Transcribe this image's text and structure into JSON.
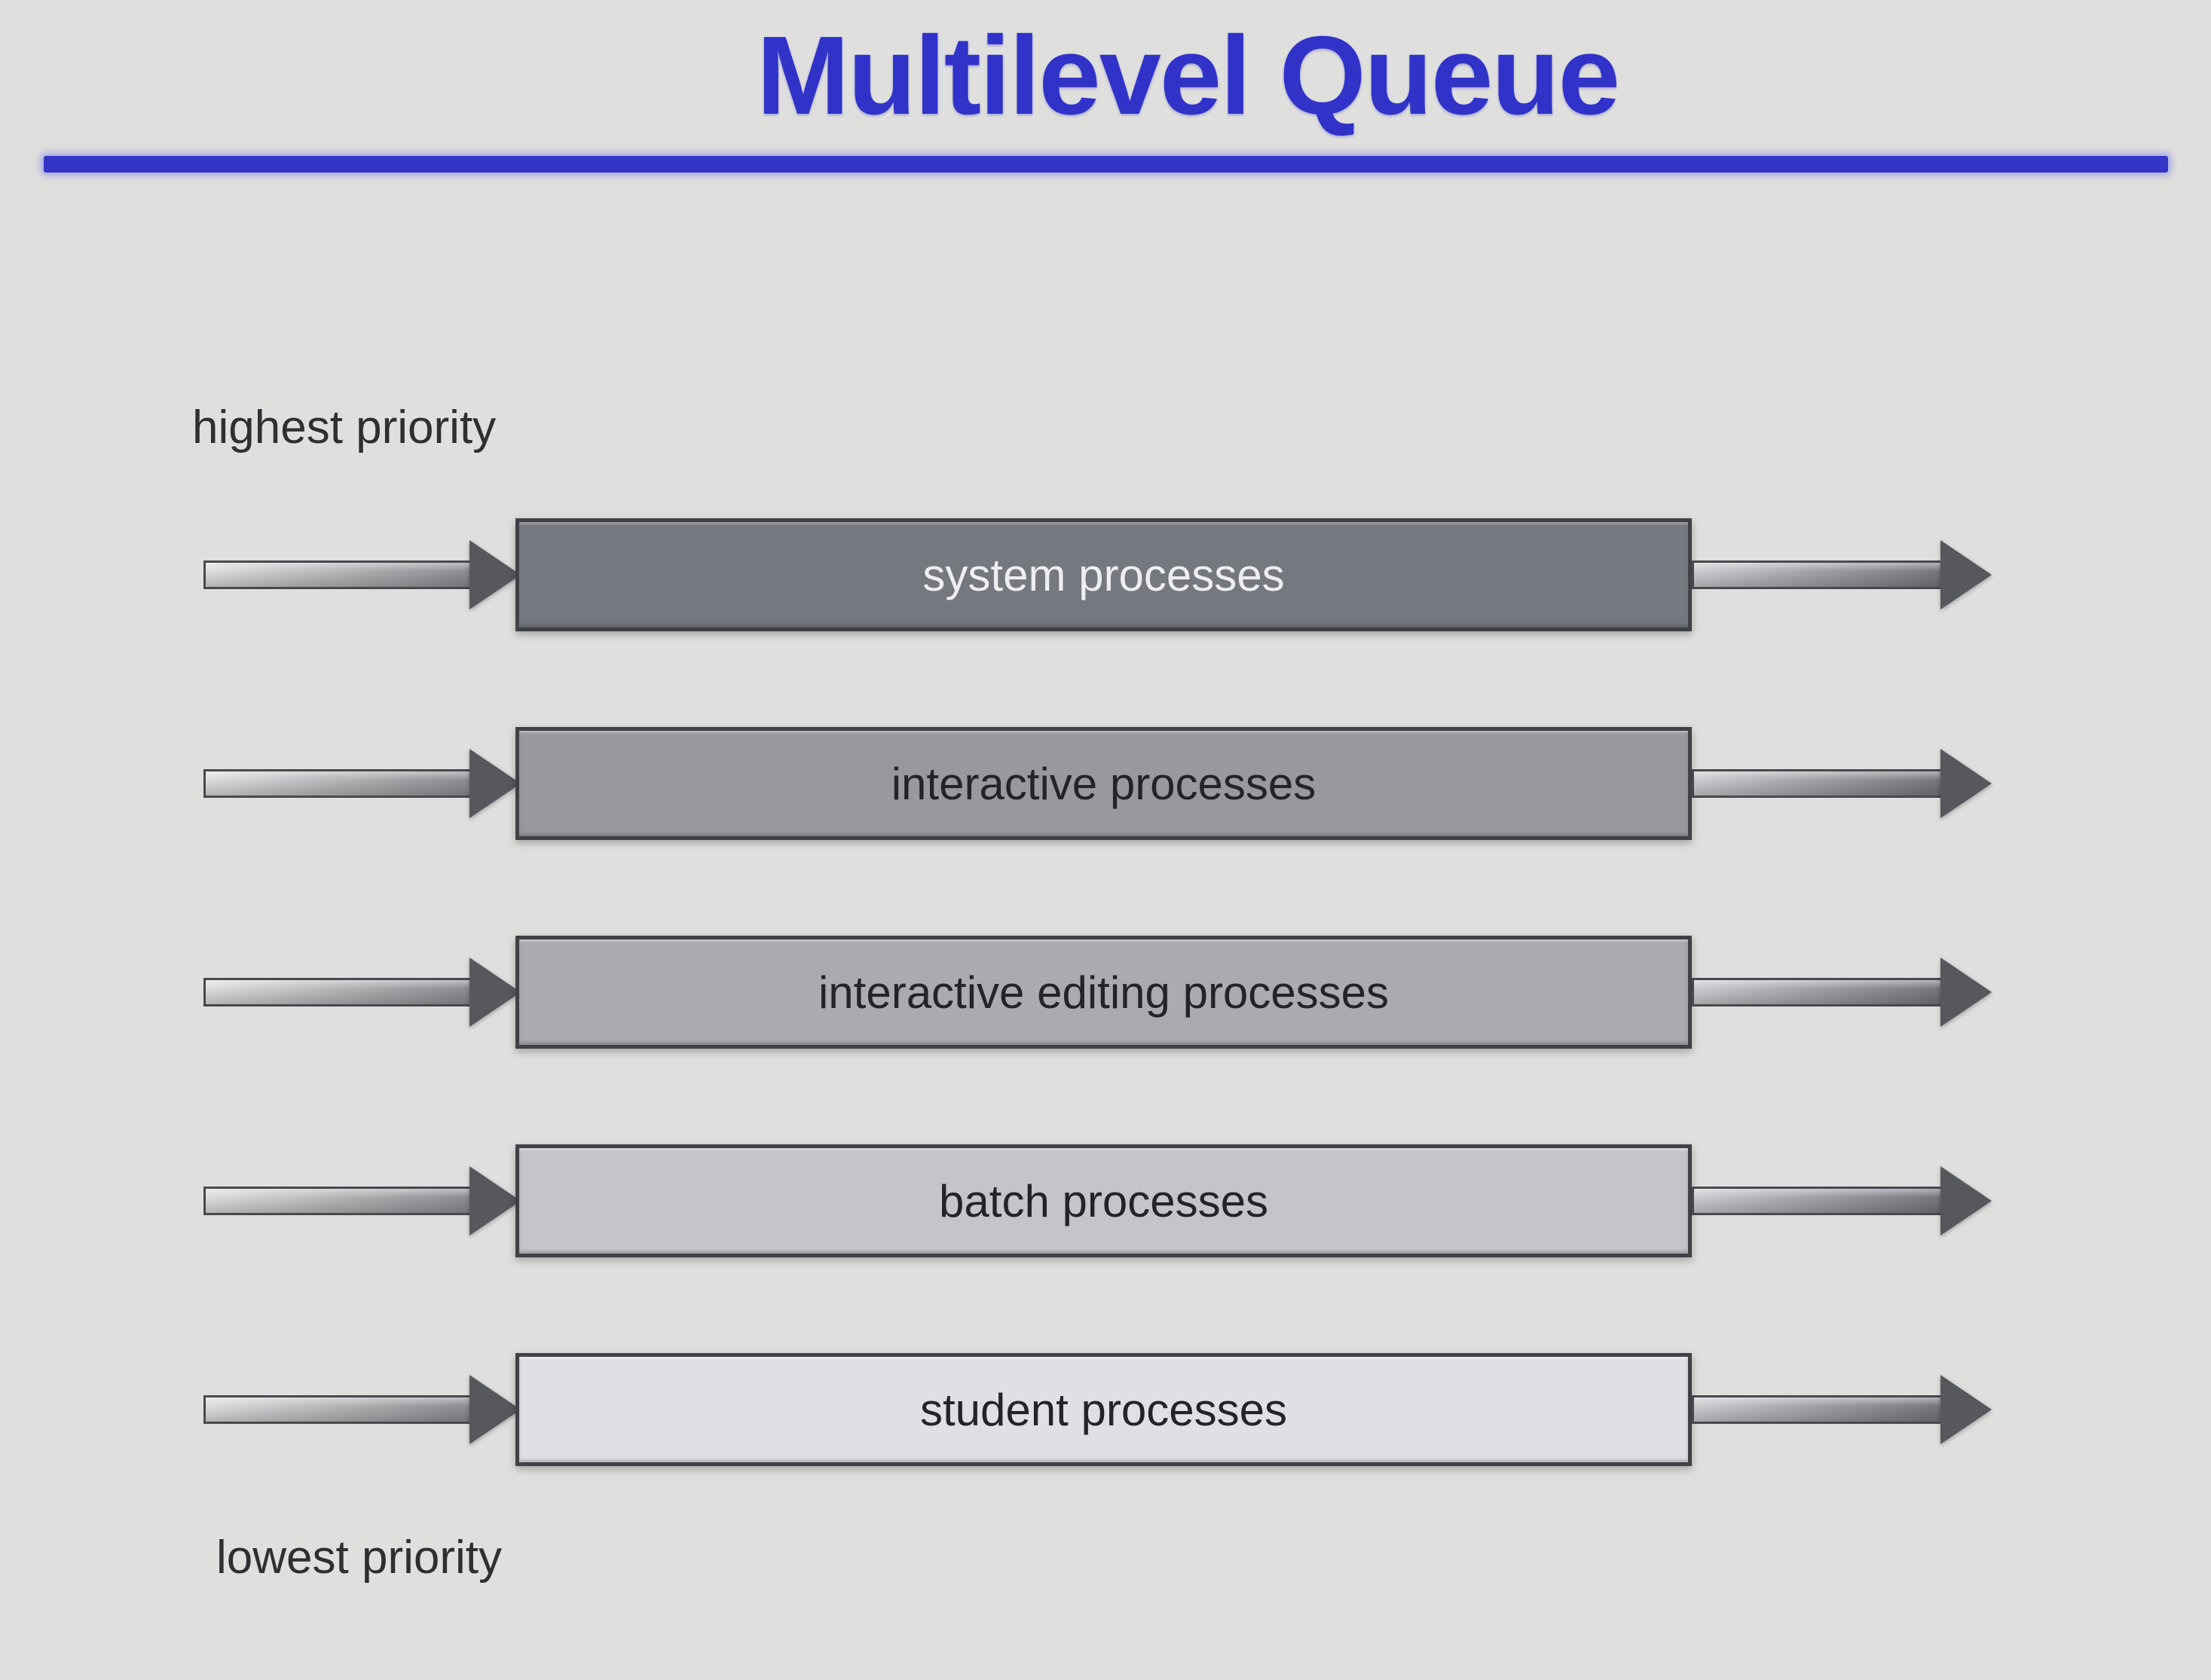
{
  "title": "Multilevel Queue",
  "labels": {
    "highest": "highest priority",
    "lowest": "lowest priority"
  },
  "queues": [
    {
      "label": "system processes",
      "fill": "#75787f",
      "text_color": "#eeeef1"
    },
    {
      "label": "interactive processes",
      "fill": "#97999e",
      "text_color": "#232428"
    },
    {
      "label": "interactive editing processes",
      "fill": "#a9abb0",
      "text_color": "#232428"
    },
    {
      "label": "batch processes",
      "fill": "#c3c5c9",
      "text_color": "#232428"
    },
    {
      "label": "student processes",
      "fill": "#dfe0e4",
      "text_color": "#232428"
    }
  ],
  "colors": {
    "background": "#dfdfdd",
    "title_blue": "#3032c8",
    "rule_blue": "#3335c6",
    "box_border": "#3f4146",
    "arrow_head": "#56585d",
    "label_text": "#2e2f33"
  }
}
